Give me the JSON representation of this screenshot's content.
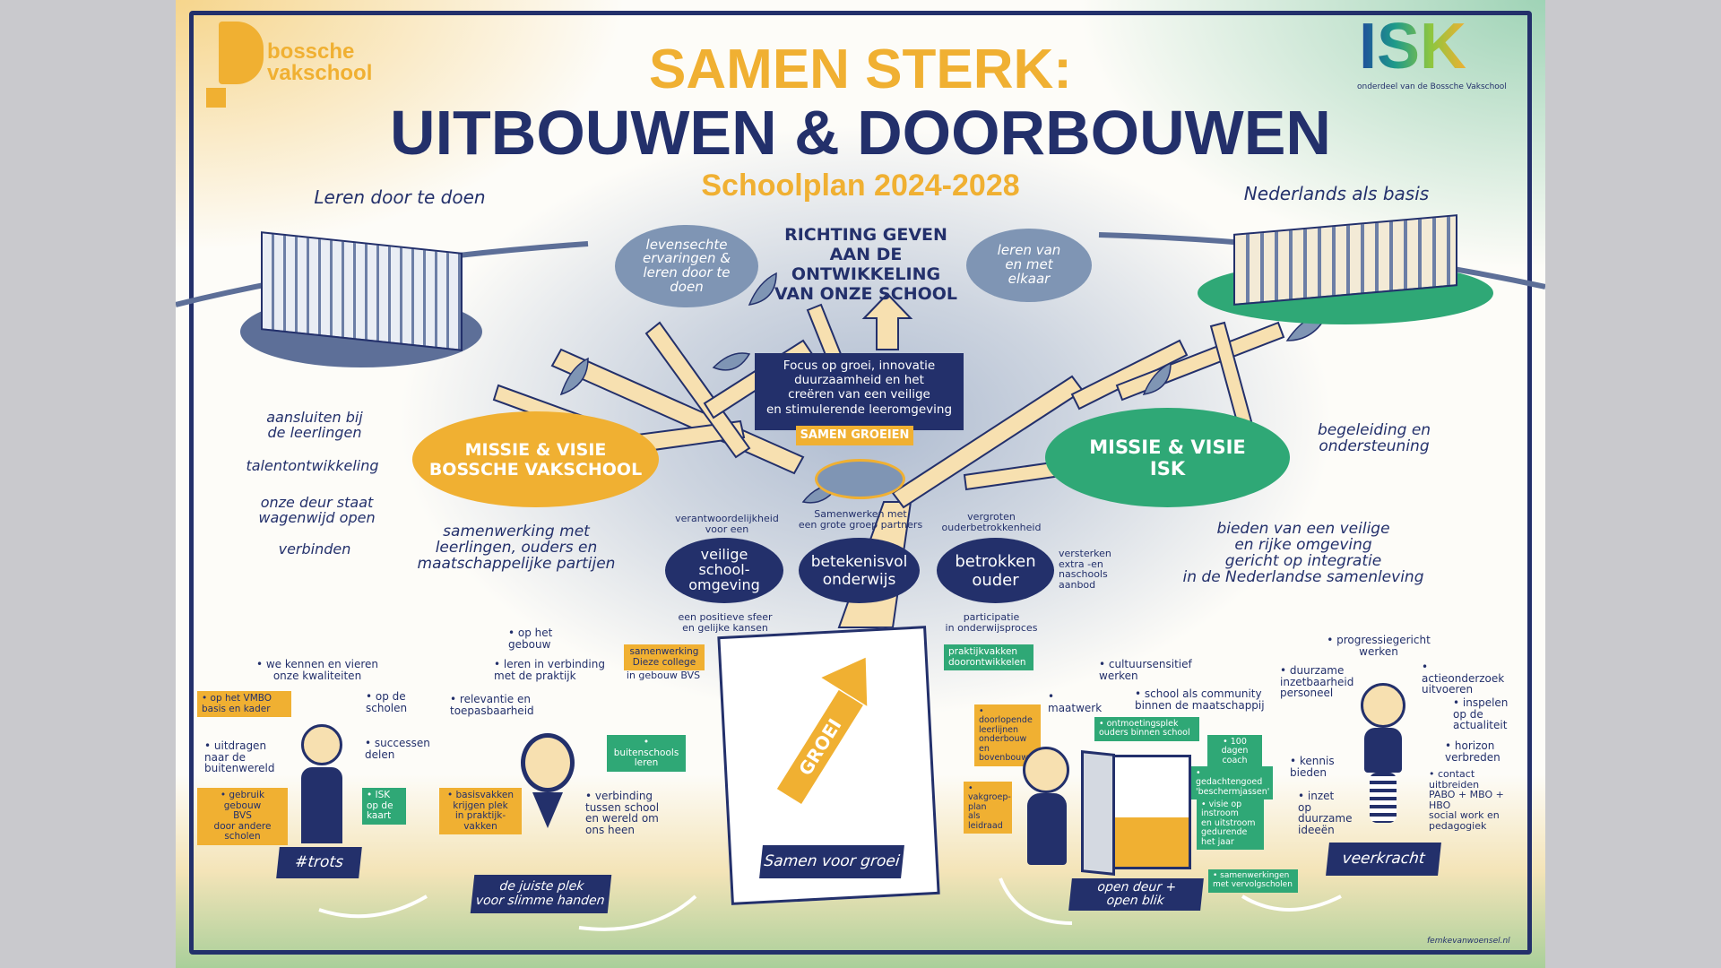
{
  "logo_bvs": {
    "text": "bossche\nvakschool"
  },
  "logo_isk": {
    "text": "ISK",
    "subtitle": "onderdeel van de Bossche Vakschool"
  },
  "title": {
    "line1": "SAMEN STERK:",
    "line2": "UITBOUWEN & DOORBOUWEN",
    "subtitle": "Schoolplan 2024-2028"
  },
  "colors": {
    "navy": "#23306b",
    "orange": "#f0b032",
    "green": "#2fa876"
  },
  "top": {
    "left_label": "Leren door te doen",
    "right_label": "Nederlands als basis",
    "center_heading": "RICHTING GEVEN\nAAN DE ONTWIKKELING\nVAN ONZE SCHOOL",
    "bubble_left": "levensechte\nervaringen &\nleren door te\ndoen",
    "bubble_right": "leren van\nen met\nelkaar"
  },
  "tree": {
    "focus": "Focus op groei, innovatie\nduurzaamheid en het\ncreëren van een veilige\nen stimulerende leeromgeving",
    "focus_tag": "SAMEN GROEIEN",
    "partners": "Samenwerken met\neen grote groep partners"
  },
  "missions": {
    "left": "MISSIE & VISIE\nBOSSCHE VAKSCHOOL",
    "right": "MISSIE & VISIE\nISK"
  },
  "left_values": [
    "aansluiten bij\nde leerlingen",
    "talentontwikkeling",
    "onze deur staat\nwagenwijd open",
    "verbinden"
  ],
  "left_collab": "samenwerking met\nleerlingen, ouders en\nmaatschappelijke partijen",
  "right_values": {
    "support": "begeleiding en\nondersteuning",
    "integration": "bieden van een veilige\nen rijke omgeving\ngericht op integratie\nin de Nederlandse samenleving"
  },
  "pillars": [
    {
      "label": "veilige\nschool-\nomgeving",
      "above": "verantwoordelijkheid\nvoor een",
      "below": "een positieve sfeer\nen gelijke kansen"
    },
    {
      "label": "betekenisvol\nonderwijs"
    },
    {
      "label": "betrokken\nouder",
      "above": "vergroten\nouderbetrokkenheid",
      "below": "participatie\nin onderwijsproces",
      "side": "versterken\nextra -en\nnaschools\naanbod"
    }
  ],
  "center_tags": {
    "dieze": "samenwerking\nDieze college",
    "dieze_sub": "in gebouw BVS",
    "praktijk": "praktijkvakken\ndoorontwikkelen"
  },
  "board": {
    "arrow": "GROEI",
    "label": "Samen voor groei"
  },
  "trots": {
    "plinth": "#trots",
    "notes": [
      "• we kennen en vieren\nonze kwaliteiten",
      "• op de\nscholen",
      "• uitdragen\nnaar de\nbuitenwereld",
      "• successen\ndelen"
    ],
    "tags": {
      "vmbo": "• op het VMBO\nbasis en kader",
      "gebouw": "• gebruik gebouw\nBVS\ndoor andere\nscholen",
      "isk": "• ISK\nop de\nkaart"
    }
  },
  "handen": {
    "plinth": "de juiste plek\nvoor slimme handen",
    "notes": [
      "• op het\ngebouw",
      "• leren in verbinding\nmet de praktijk",
      "• relevantie en\ntoepasbaarheid",
      "• verbinding\ntussen school\nen wereld om\nons heen"
    ],
    "tags": {
      "basis": "• basisvakken\nkrijgen plek\nin praktijk-\nvakken",
      "buiten": "• buitenschools\nleren"
    }
  },
  "deur": {
    "plinth": "open deur +\nopen blik",
    "notes": [
      "• cultuursensitief\nwerken",
      "• maatwerk",
      "• school als community\nbinnen de maatschappij"
    ],
    "tags": {
      "leerlijnen": "• doorlopende\nleerlijnen\nonderbouw en\nbovenbouw",
      "vakgroep": "• vakgroep-\nplan\nals leidraad",
      "ontmoeting": "• ontmoetingsplek\nouders binnen school",
      "coach": "• 100 dagen\ncoach",
      "jassen": "• gedachtengoed\n'beschermjassen'",
      "instroom": "• visie op\ninstroom\nen uitstroom\ngedurende\nhet jaar",
      "vervolg": "• samenwerkingen\nmet vervolgscholen"
    }
  },
  "veerkracht": {
    "plinth": "veerkracht",
    "notes": [
      "• progressiegericht\nwerken",
      "• duurzame\ninzetbaarheid\npersoneel",
      "• actieonderzoek\nuitvoeren",
      "• inspelen\nop de\nactualiteit",
      "• kennis\nbieden",
      "• horizon\nverbreden",
      "• inzet\nop\nduurzame\nideeën",
      "• contact\nuitbreiden\nPABO + MBO + HBO\nsocial work en\npedagogiek"
    ]
  },
  "credit": "femkevanwoensel.nl"
}
